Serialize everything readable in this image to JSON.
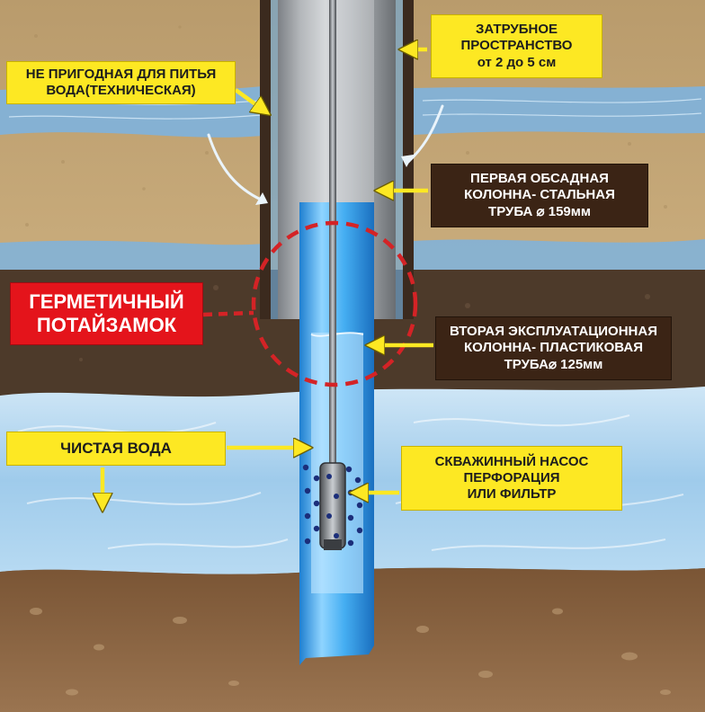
{
  "labels": {
    "annulus": {
      "lines": [
        "ЗАТРУБНОЕ",
        "ПРОСТРАНСТВО",
        "от 2 до 5 см"
      ]
    },
    "technical_water": {
      "lines": [
        "НЕ ПРИГОДНАЯ ДЛЯ ПИТЬЯ",
        "ВОДА(ТЕХНИЧЕСКАЯ)"
      ]
    },
    "first_casing": {
      "lines": [
        "ПЕРВАЯ ОБСАДНАЯ",
        "КОЛОННА- СТАЛЬНАЯ",
        "ТРУБА ⌀ 159мм"
      ]
    },
    "hermetic_lock": {
      "lines": [
        "ГЕРМЕТИЧНЫЙ",
        "ПОТАЙЗАМОК"
      ]
    },
    "second_casing": {
      "lines": [
        "ВТОРАЯ ЭКСПЛУАТАЦИОННАЯ",
        "КОЛОННА- ПЛАСТИКОВАЯ",
        "ТРУБА⌀ 125мм"
      ]
    },
    "clean_water": {
      "lines": [
        "ЧИСТАЯ ВОДА"
      ]
    },
    "pump_filter": {
      "lines": [
        "СКВАЖИННЫЙ НАСОС",
        "ПЕРФОРАЦИЯ",
        "ИЛИ ФИЛЬТР"
      ]
    }
  },
  "colors": {
    "label_yellow": "#fde823",
    "label_dark": "#3b2415",
    "label_red": "#e4141b",
    "lock_circle": "#d42326",
    "steel_pipe": "#9a9ea3",
    "plastic_pipe": "#3fa6ef",
    "water": "#8fc1e6",
    "sand": "#c6a877",
    "clay": "#4a3828",
    "gravel": "#8a6442"
  }
}
